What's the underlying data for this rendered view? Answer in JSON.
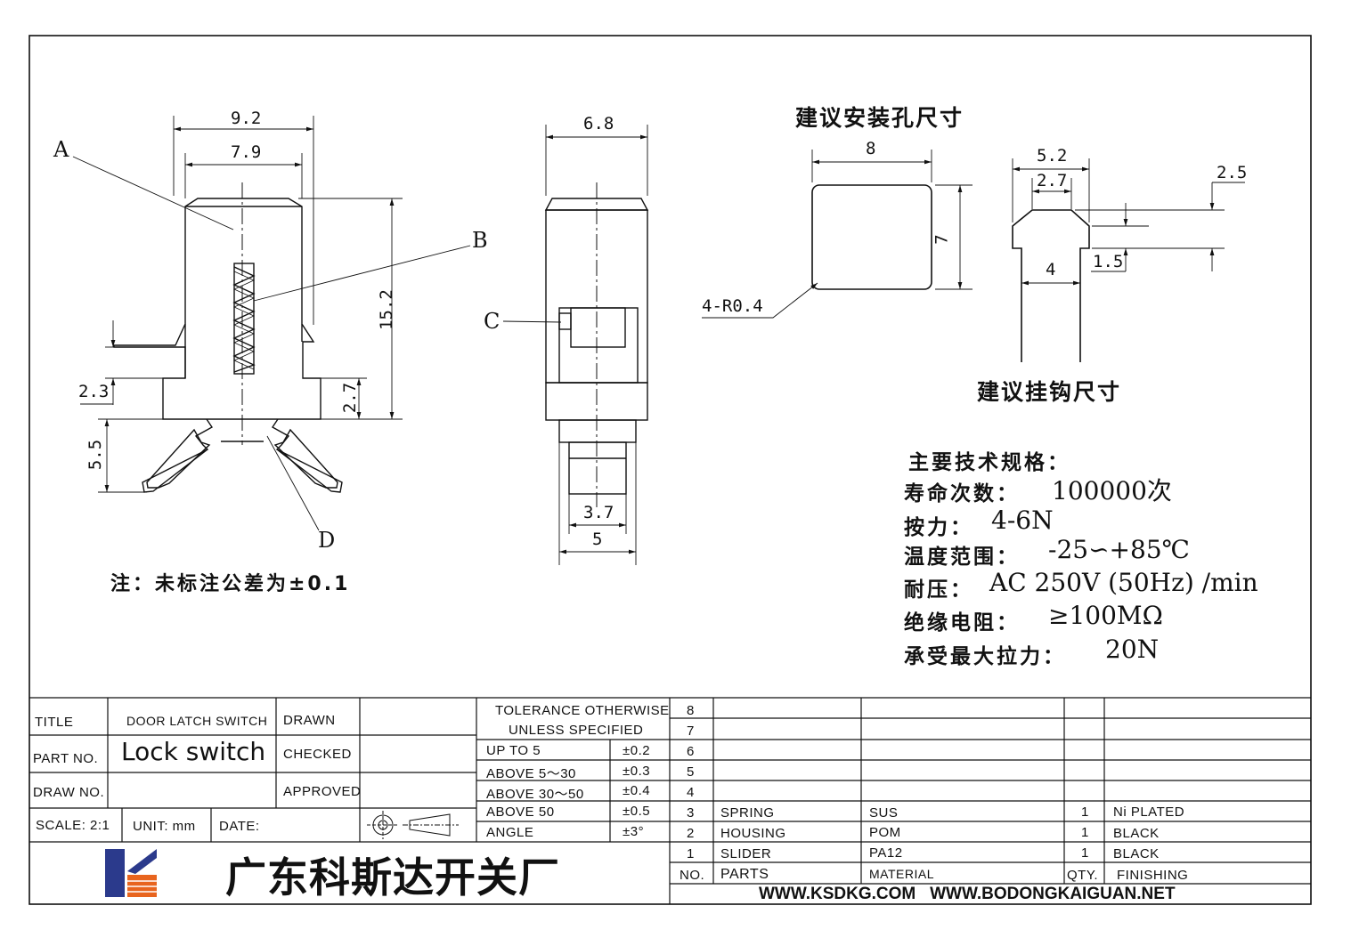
{
  "labels": {
    "callouts": [
      "A",
      "B",
      "C",
      "D"
    ],
    "dims_front": {
      "w_outer": "9.2",
      "w_inner": "7.9",
      "h_total": "15.2",
      "h_flange": "2.7",
      "h_step": "2.3",
      "h_leg": "5.5"
    },
    "dims_side": {
      "w_top": "6.8",
      "w_bot_inner": "3.7",
      "w_bot_outer": "5"
    },
    "mount_hole_title": "建议安装孔尺寸",
    "mount_hole": {
      "w": "8",
      "h": "7",
      "radius": "4-R0.4"
    },
    "hook_title": "建议挂钩尺寸",
    "hook": {
      "w_top": "5.2",
      "w_notch": "2.7",
      "w_stem": "4",
      "h_head": "2.5",
      "h_neck": "1.5"
    },
    "note": "注：未标注公差为±0.1"
  },
  "specs": {
    "title": "主要技术规格：",
    "rows": [
      {
        "label": "寿命次数：",
        "value": "100000次"
      },
      {
        "label": "按力：",
        "value": "4-6N"
      },
      {
        "label": "温度范围：",
        "value": "-25∽+85℃"
      },
      {
        "label": "耐压：",
        "value": "AC 250V (50Hz) /min"
      },
      {
        "label": "绝缘电阻：",
        "value": "≥100MΩ"
      },
      {
        "label": "承受最大拉力：",
        "value": "20N"
      }
    ]
  },
  "title_block": {
    "title_label": "TITLE",
    "title_value": "DOOR LATCH SWITCH",
    "part_label": "PART NO.",
    "part_value": "Lock switch",
    "drawno_label": "DRAW NO.",
    "drawn_label": "DRAWN",
    "checked_label": "CHECKED",
    "approved_label": "APPROVED",
    "scale": "SCALE: 2:1",
    "unit": "UNIT: mm",
    "date": "DATE:",
    "company": "广东科斯达开关厂"
  },
  "tolerance": {
    "header1": "TOLERANCE OTHERWISE",
    "header2": "UNLESS SPECIFIED",
    "rows": [
      {
        "range": "UP TO 5",
        "tol": "±0.2"
      },
      {
        "range": "ABOVE 5～30",
        "tol": "±0.3"
      },
      {
        "range": "ABOVE 30～50",
        "tol": "±0.4"
      },
      {
        "range": "ABOVE 50",
        "tol": "±0.5"
      },
      {
        "range": "ANGLE",
        "tol": "±3°"
      }
    ]
  },
  "bom": {
    "rows": [
      {
        "no": "8",
        "part": "",
        "material": "",
        "qty": "",
        "finishing": ""
      },
      {
        "no": "7",
        "part": "",
        "material": "",
        "qty": "",
        "finishing": ""
      },
      {
        "no": "6",
        "part": "",
        "material": "",
        "qty": "",
        "finishing": ""
      },
      {
        "no": "5",
        "part": "",
        "material": "",
        "qty": "",
        "finishing": ""
      },
      {
        "no": "4",
        "part": "",
        "material": "",
        "qty": "",
        "finishing": ""
      },
      {
        "no": "3",
        "part": "SPRING",
        "material": "SUS",
        "qty": "1",
        "finishing": "Ni PLATED"
      },
      {
        "no": "2",
        "part": "HOUSING",
        "material": "POM",
        "qty": "1",
        "finishing": "BLACK"
      },
      {
        "no": "1",
        "part": "SLIDER",
        "material": "PA12",
        "qty": "1",
        "finishing": "BLACK"
      }
    ],
    "header": {
      "no": "NO.",
      "part": "PARTS",
      "material": "MATERIAL",
      "qty": "QTY.",
      "finishing": "FINISHING"
    },
    "urls": "WWW.KSDKG.COM   WWW.BODONGKAIGUAN.NET"
  },
  "colors": {
    "line": "#111111",
    "logo_blue": "#2b3a8c",
    "logo_orange": "#e8641e"
  }
}
